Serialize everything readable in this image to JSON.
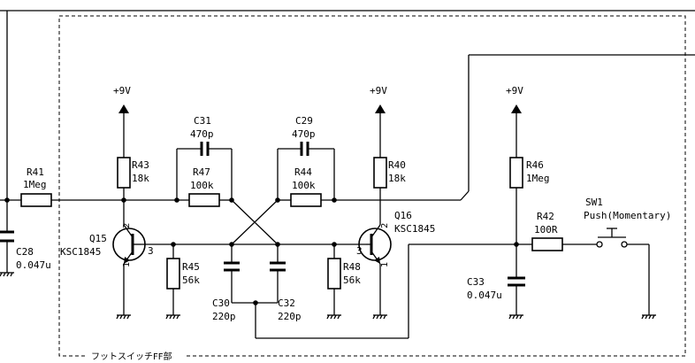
{
  "block_label": "フットスイッチFF部",
  "supplies": [
    {
      "id": "vcc-left",
      "label": "+9V"
    },
    {
      "id": "vcc-mid",
      "label": "+9V"
    },
    {
      "id": "vcc-right",
      "label": "+9V"
    }
  ],
  "resistors": [
    {
      "id": "r41",
      "ref": "R41",
      "value": "1Meg"
    },
    {
      "id": "r43",
      "ref": "R43",
      "value": "18k"
    },
    {
      "id": "r47",
      "ref": "R47",
      "value": "100k"
    },
    {
      "id": "r44",
      "ref": "R44",
      "value": "100k"
    },
    {
      "id": "r40",
      "ref": "R40",
      "value": "18k"
    },
    {
      "id": "r45",
      "ref": "R45",
      "value": "56k"
    },
    {
      "id": "r48",
      "ref": "R48",
      "value": "56k"
    },
    {
      "id": "r46",
      "ref": "R46",
      "value": "1Meg"
    },
    {
      "id": "r42",
      "ref": "R42",
      "value": "100R"
    }
  ],
  "capacitors": [
    {
      "id": "c31",
      "ref": "C31",
      "value": "470p"
    },
    {
      "id": "c29",
      "ref": "C29",
      "value": "470p"
    },
    {
      "id": "c28",
      "ref": "C28",
      "value": "0.047u"
    },
    {
      "id": "c30",
      "ref": "C30",
      "value": "220p"
    },
    {
      "id": "c32",
      "ref": "C32",
      "value": "220p"
    },
    {
      "id": "c33",
      "ref": "C33",
      "value": "0.047u"
    }
  ],
  "transistors": [
    {
      "id": "q15",
      "ref": "Q15",
      "part": "KSC1845",
      "pins": [
        "1",
        "2",
        "3"
      ]
    },
    {
      "id": "q16",
      "ref": "Q16",
      "part": "KSC1845",
      "pins": [
        "1",
        "2",
        "3"
      ]
    }
  ],
  "switch": {
    "ref": "SW1",
    "type": "Push(Momentary)"
  }
}
